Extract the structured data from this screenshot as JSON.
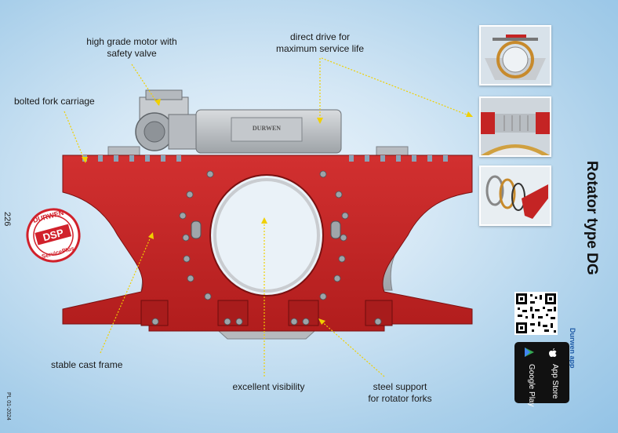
{
  "labels": {
    "motor": [
      "high grade motor with",
      "safety valve"
    ],
    "direct_drive": [
      "direct drive for",
      "maximum service life"
    ],
    "fork_carriage": "bolted fork carriage",
    "cast_frame": "stable cast frame",
    "visibility": "excellent visibility",
    "steel_support": [
      "steel support",
      "for rotator forks"
    ]
  },
  "page_number": "226",
  "footer_code": "PL 01-2024",
  "title": "Rotator type DG",
  "app": {
    "label": "Durwen app",
    "google_play": "Google Play",
    "app_store": "App Store"
  },
  "logo": {
    "brand": "DURWEN",
    "center": "DSP",
    "sub": "ServicePlus"
  },
  "machine": {
    "nameplate": "DURWEN"
  },
  "colors": {
    "frame_red": "#c42424",
    "accent_blue": "#1f5aa6",
    "arrow_yellow": "#f0d000"
  },
  "icons": {
    "google_play": "play-triangle-icon",
    "app_store": "apple-icon",
    "qr": "qr-code-icon"
  }
}
